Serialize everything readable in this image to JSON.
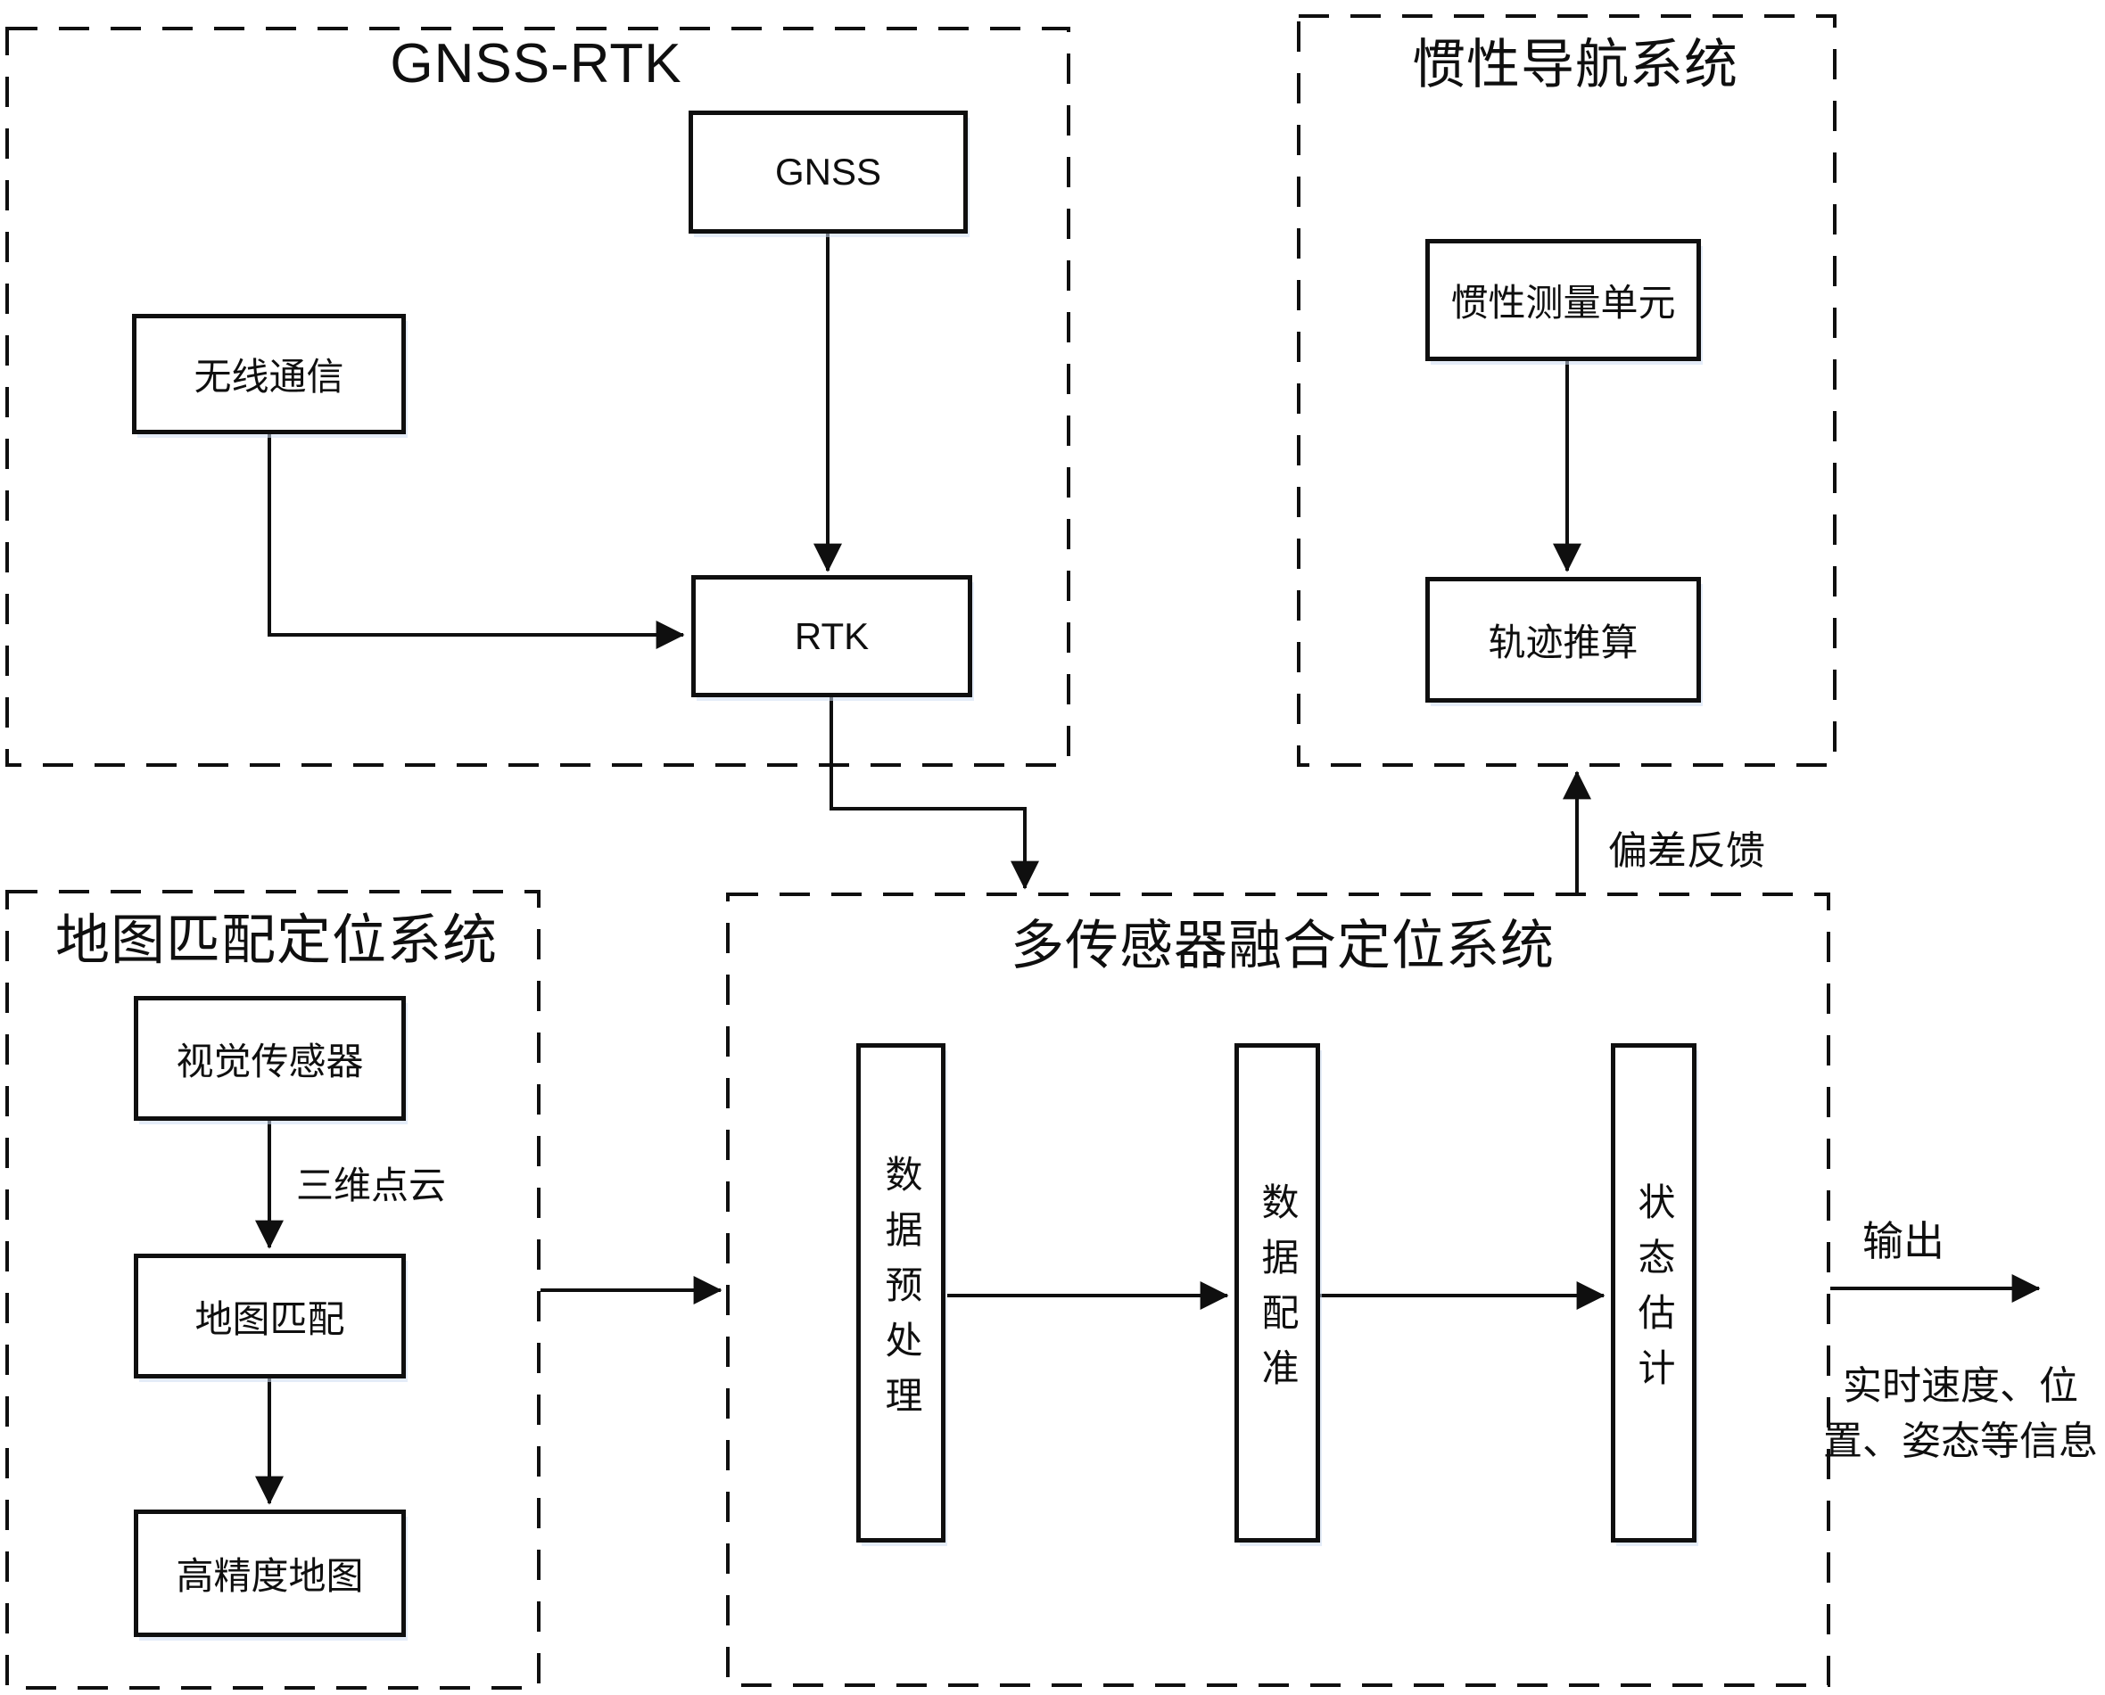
{
  "groups": {
    "gnss_rtk": {
      "title": "GNSS-RTK"
    },
    "inertial": {
      "title": "惯性导航系统"
    },
    "map_matching": {
      "title": "地图匹配定位系统"
    },
    "fusion": {
      "title": "多传感器融合定位系统"
    }
  },
  "nodes": {
    "gnss": "GNSS",
    "wireless": "无线通信",
    "rtk": "RTK",
    "imu": "惯性测量单元",
    "dead_reckoning": "轨迹推算",
    "visual_sensor": "视觉传感器",
    "map_match": "地图匹配",
    "hd_map": "高精度地图",
    "data_preprocess": "数据预处理",
    "data_registration": "数据配准",
    "state_estimation": "状态估计"
  },
  "edge_labels": {
    "pointcloud_3d": "三维点云",
    "bias_feedback": "偏差反馈",
    "output": "输出",
    "output_info_line1": "实时速度、位",
    "output_info_line2": "置、姿态等信息"
  },
  "colors": {
    "line": "#0f0f0f",
    "background": "#ffffff"
  }
}
